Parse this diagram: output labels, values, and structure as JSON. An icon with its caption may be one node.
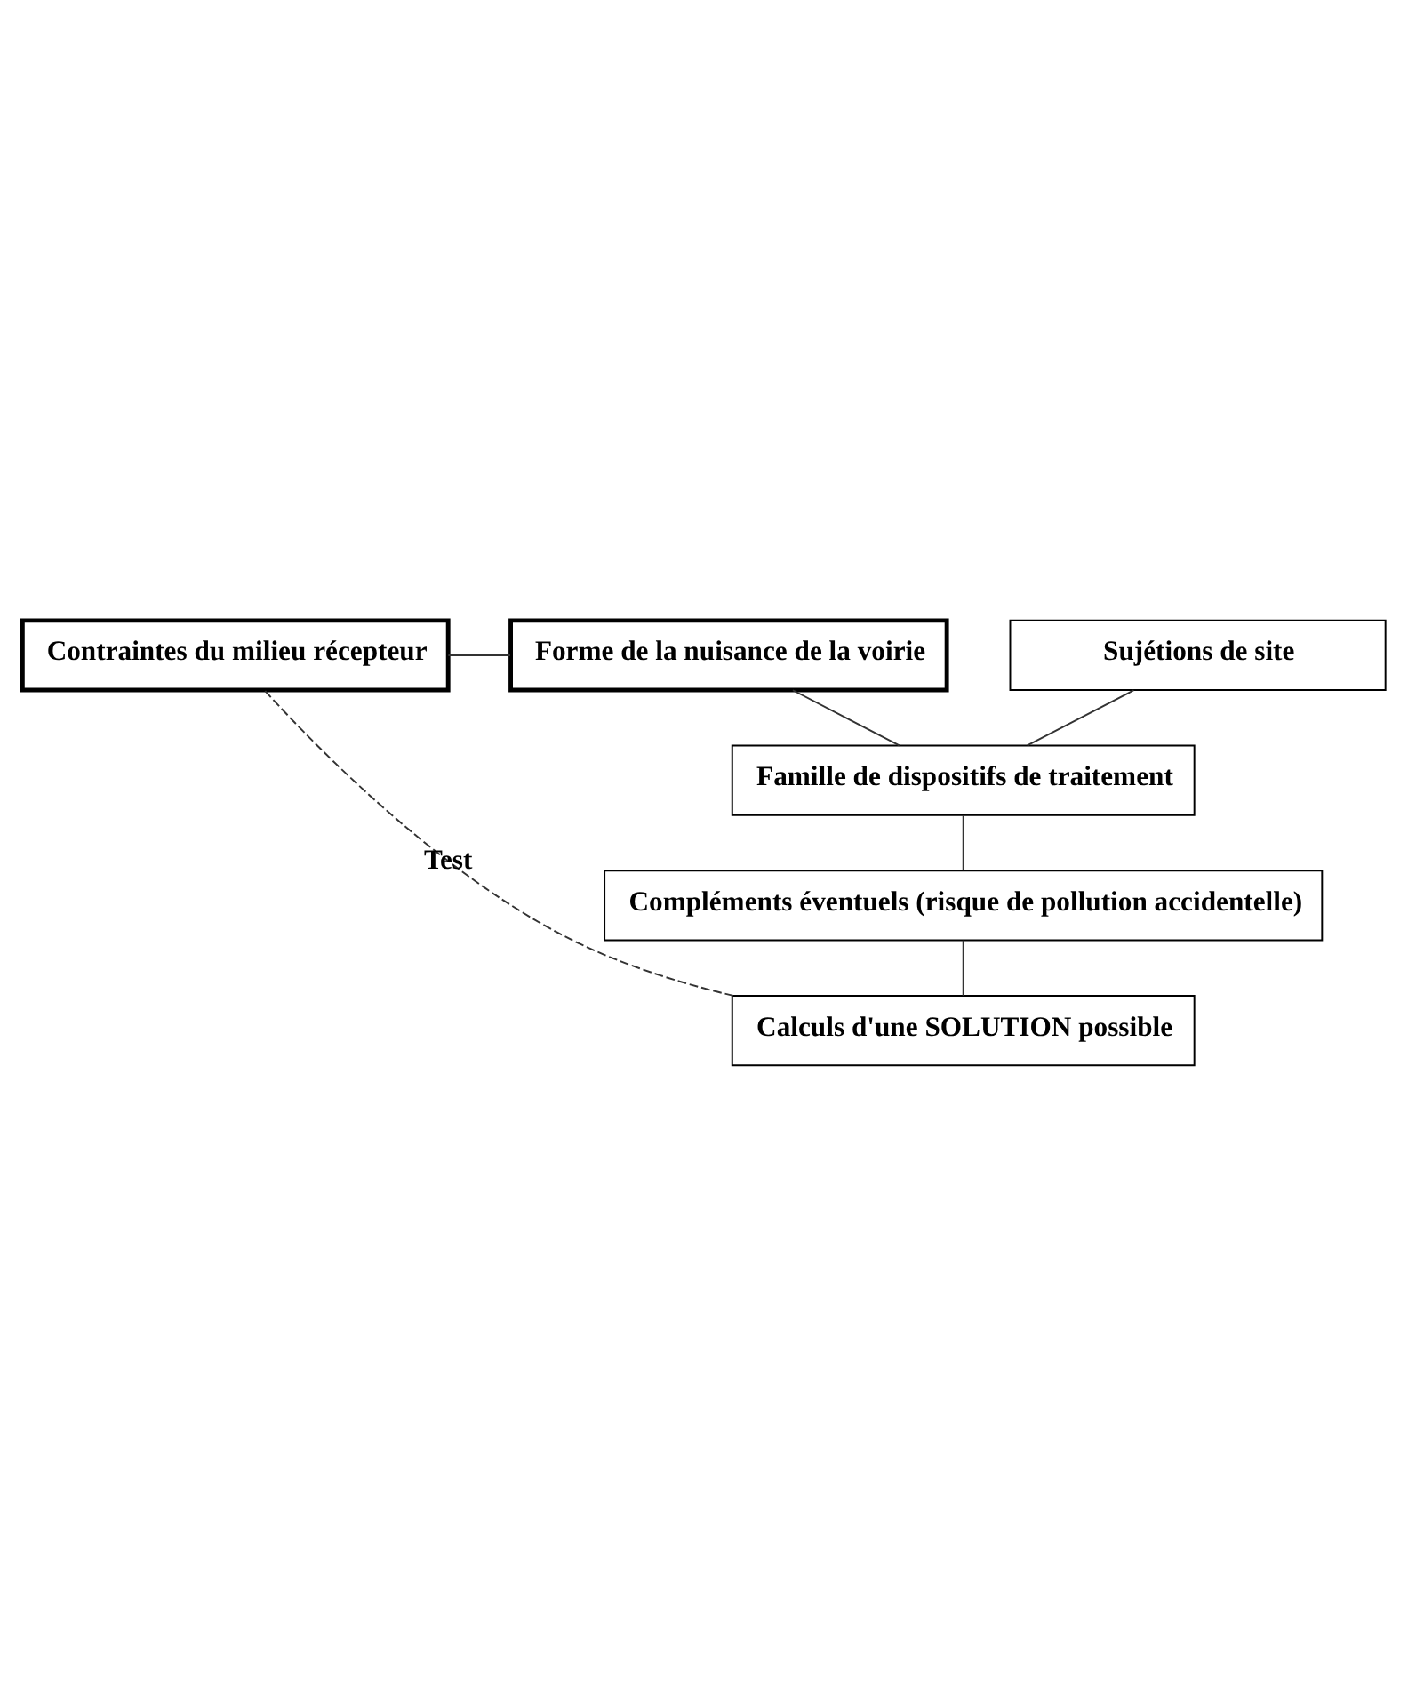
{
  "diagram": {
    "nodes": [
      {
        "text": [
          "Contraintes du milieu récepteur"
        ]
      },
      {
        "text": [
          "Forme de la nuisance de la voirie"
        ]
      },
      {
        "text": [
          "Sujétions de site"
        ]
      },
      {
        "text": [
          "Famille de dispositifs de traitement"
        ]
      },
      {
        "text": [
          "Compléments éventuels (risque de pollution accidentelle)"
        ]
      },
      {
        "text": [
          "Calculs d'une SOLUTION possible"
        ]
      }
    ],
    "edges": [
      {
        "from": 0,
        "to": 1,
        "arrow": "none"
      },
      {
        "from": 1,
        "to": 3,
        "arrow": "none"
      },
      {
        "from": 2,
        "to": 3,
        "arrow": "none"
      },
      {
        "from": 3,
        "to": 4,
        "arrow": "none"
      },
      {
        "from": 4,
        "to": 5,
        "arrow": "none"
      },
      {
        "from": 5,
        "to": 0,
        "arrow": "none",
        "label": "Test",
        "style": "dashed"
      }
    ]
  }
}
